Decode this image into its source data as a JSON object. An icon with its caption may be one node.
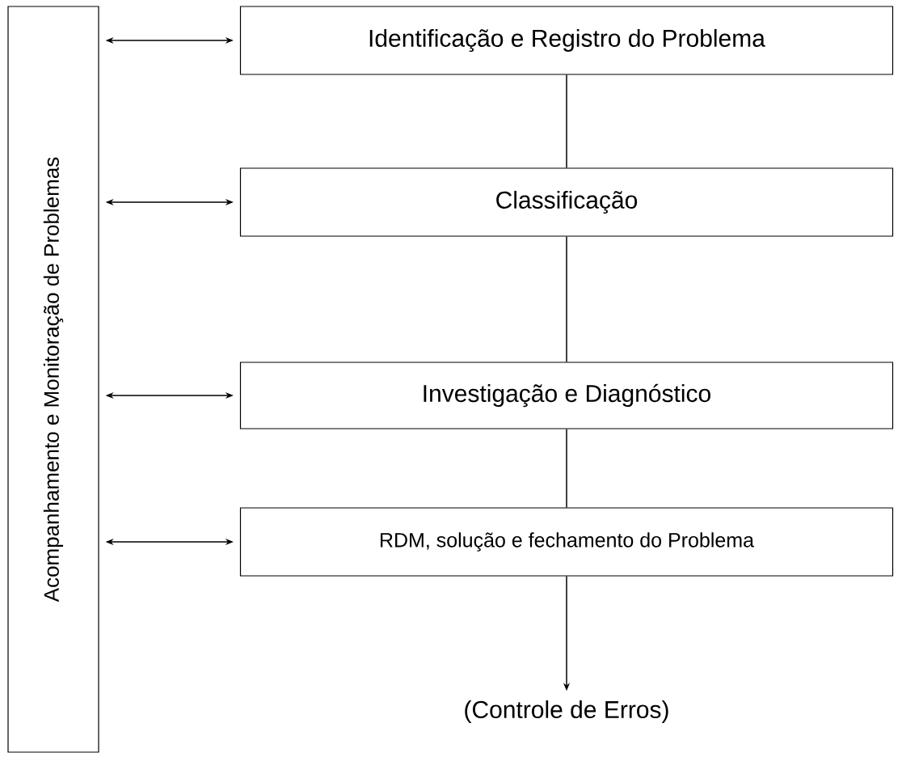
{
  "diagram": {
    "nodes": [
      {
        "text": [
          "Acompanhamento e Monitoração de Problemas"
        ]
      },
      {
        "text": [
          "Identificação e Registro do Problema"
        ]
      },
      {
        "text": [
          "Classificação"
        ]
      },
      {
        "text": [
          "Investigação e Diagnóstico"
        ]
      },
      {
        "text": [
          "RDM, solução e fechamento do Problema"
        ]
      },
      {
        "text": [
          "(Controle de Erros)"
        ]
      }
    ],
    "edges": [
      {
        "from": 0,
        "to": 1,
        "arrow": "both"
      },
      {
        "from": 0,
        "to": 2,
        "arrow": "both"
      },
      {
        "from": 0,
        "to": 3,
        "arrow": "both"
      },
      {
        "from": 0,
        "to": 4,
        "arrow": "both"
      },
      {
        "from": 1,
        "to": 2,
        "arrow": "none"
      },
      {
        "from": 2,
        "to": 3,
        "arrow": "none"
      },
      {
        "from": 3,
        "to": 4,
        "arrow": "none"
      },
      {
        "from": 4,
        "to": 5,
        "arrow": "to"
      }
    ]
  }
}
